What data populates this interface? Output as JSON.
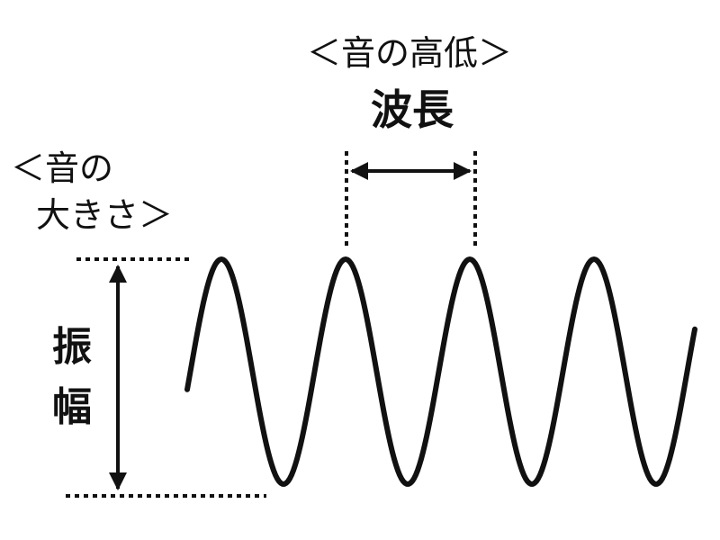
{
  "pitch": {
    "heading": "＜音の高低＞",
    "term": "波長"
  },
  "loudness": {
    "heading_line1": "＜音の",
    "heading_line2": "大きさ＞",
    "term_char1": "振",
    "term_char2": "幅"
  },
  "wave": {
    "cycles_shown": 4
  },
  "colors": {
    "ink": "#111111",
    "background": "#ffffff"
  }
}
